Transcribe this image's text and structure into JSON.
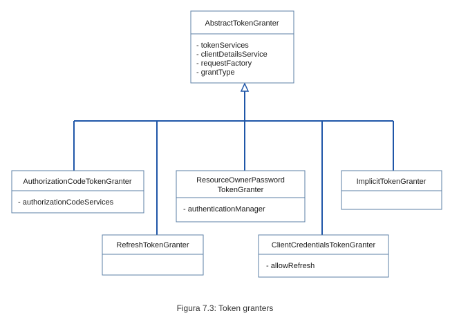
{
  "classes": {
    "abstract": {
      "name": "AbstractTokenGranter",
      "attributes": [
        "- tokenServices",
        "- clientDetailsService",
        "- requestFactory",
        "- grantType"
      ]
    },
    "authorization_code": {
      "name": "AuthorizationCodeTokenGranter",
      "attributes": [
        "- authorizationCodeServices"
      ]
    },
    "refresh": {
      "name": "RefreshTokenGranter",
      "attributes": []
    },
    "resource_owner": {
      "name_lines": [
        "ResourceOwnerPassword",
        "TokenGranter"
      ],
      "attributes": [
        "- authenticationManager"
      ]
    },
    "client_credentials": {
      "name": "ClientCredentialsTokenGranter",
      "attributes": [
        "- allowRefresh"
      ]
    },
    "implicit": {
      "name": "ImplicitTokenGranter",
      "attributes": []
    }
  },
  "caption": "Figura 7.3: Token granters"
}
